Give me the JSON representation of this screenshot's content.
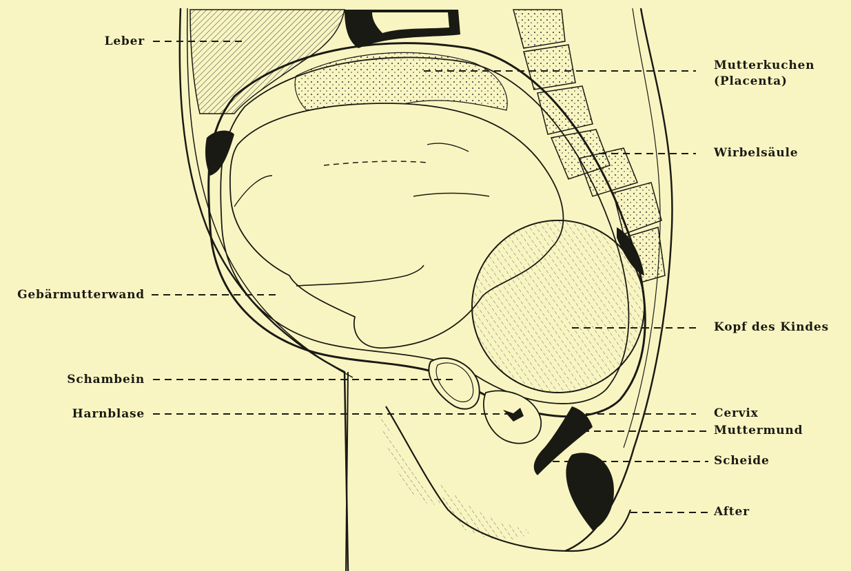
{
  "figure": {
    "background": "#f9f5c2",
    "ink": "#1a1a14",
    "labels_left": {
      "leber": "Leber",
      "gebaermutterwand": "Gebärmutterwand",
      "schambein": "Schambein",
      "harnblase": "Harnblase"
    },
    "labels_right": {
      "mutterkuchen": "Mutterkuchen",
      "placenta": "(Placenta)",
      "wirbelsaeule": "Wirbelsäule",
      "kopf_des_kindes": "Kopf des Kindes",
      "cervix": "Cervix",
      "muttermund": "Muttermund",
      "scheide": "Scheide",
      "after": "After"
    }
  }
}
